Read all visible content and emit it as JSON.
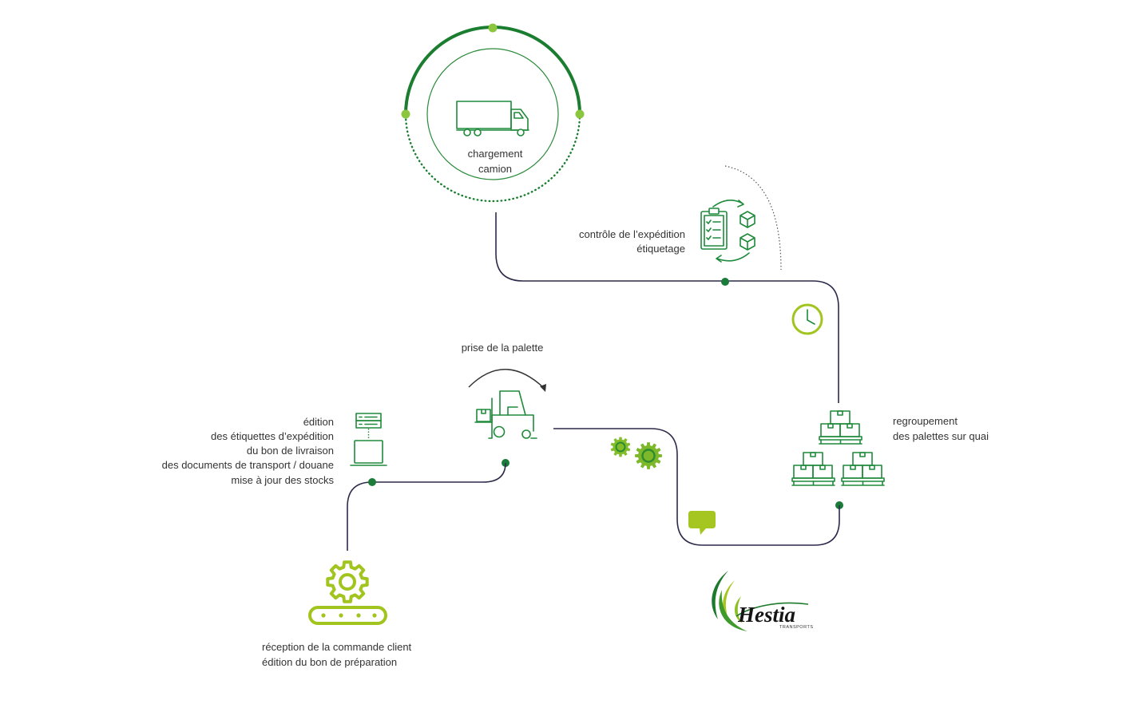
{
  "labels": {
    "truck_loading": [
      "chargement",
      "camion"
    ],
    "shipping_control": [
      "contrôle de l’expédition",
      "étiquetage"
    ],
    "pallet_grouping": [
      "regroupement",
      "des palettes sur quai"
    ],
    "pallet_pickup": "prise de la palette",
    "editing": [
      "édition",
      "des étiquettes d’expédition",
      "du bon de livraison",
      "des documents de transport / douane",
      "mise à jour des stocks"
    ],
    "order_reception": [
      "réception de la commande client",
      "édition du bon de préparation"
    ]
  },
  "logo": {
    "name": "Hestia",
    "subtitle": "TRANSPORTS"
  },
  "icons": {
    "truck": "truck-icon",
    "checklist": "checklist-icon",
    "boxes": "box-icon",
    "clock": "clock-icon",
    "pallets": "pallet-stack-icon",
    "gears": "gear-icon",
    "speech": "speech-bubble-icon",
    "forklift": "forklift-icon",
    "server": "server-icon",
    "laptop": "laptop-icon",
    "conveyor": "conveyor-gear-icon"
  },
  "colors": {
    "green": "#1f8a3b",
    "lime": "#a2c41f",
    "dot_lime": "#8cc63e",
    "path": "#2c2a4a",
    "text": "#333333"
  }
}
